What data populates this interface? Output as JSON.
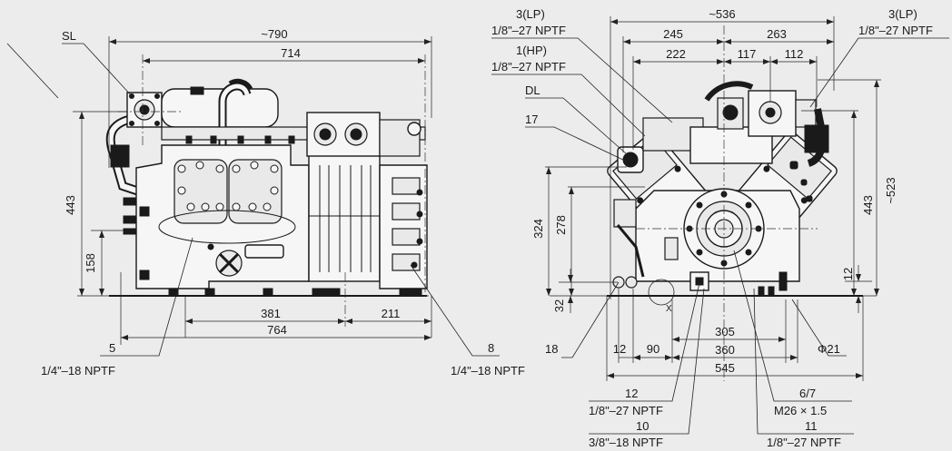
{
  "labels": {
    "sl": "SL",
    "dl": "DL",
    "conn_3lp_left": "3(LP)",
    "conn_3lp_right": "3(LP)",
    "conn_1hp": "1(HP)",
    "conn_17": "17",
    "conn_18": "18",
    "conn_5": "5",
    "conn_8": "8",
    "conn_12": "12",
    "conn_10": "10",
    "conn_11": "11",
    "conn_67": "6/7",
    "x_mark": "X"
  },
  "threads": {
    "npt_18_27_lp_left": "1/8\"–27 NPTF",
    "npt_18_27_lp_right": "1/8\"–27 NPTF",
    "npt_18_27_hp": "1/8\"–27 NPTF",
    "npt_14_18_5": "1/4\"–18 NPTF",
    "npt_14_18_8": "1/4\"–18 NPTF",
    "npt_18_27_12": "1/8\"–27 NPTF",
    "npt_38_18_10": "3/8\"–18 NPTF",
    "npt_18_27_11": "1/8\"–27 NPTF",
    "m26": "M26 × 1.5"
  },
  "dims_left": {
    "overall_len": "~790",
    "top_len": "714",
    "height_443": "443",
    "height_158": "158",
    "len_381": "381",
    "len_211": "211",
    "len_764": "764"
  },
  "dims_right": {
    "overall_width": "~536",
    "w_245": "245",
    "w_263": "263",
    "w_222": "222",
    "w_117": "117",
    "w_112": "112",
    "h_324": "324",
    "h_278": "278",
    "h_443": "443",
    "h_523": "~523",
    "h_12": "12",
    "h_32": "32",
    "w_12": "12",
    "w_90": "90",
    "w_305": "305",
    "w_360": "360",
    "w_545": "545",
    "phi21": "Φ21"
  }
}
